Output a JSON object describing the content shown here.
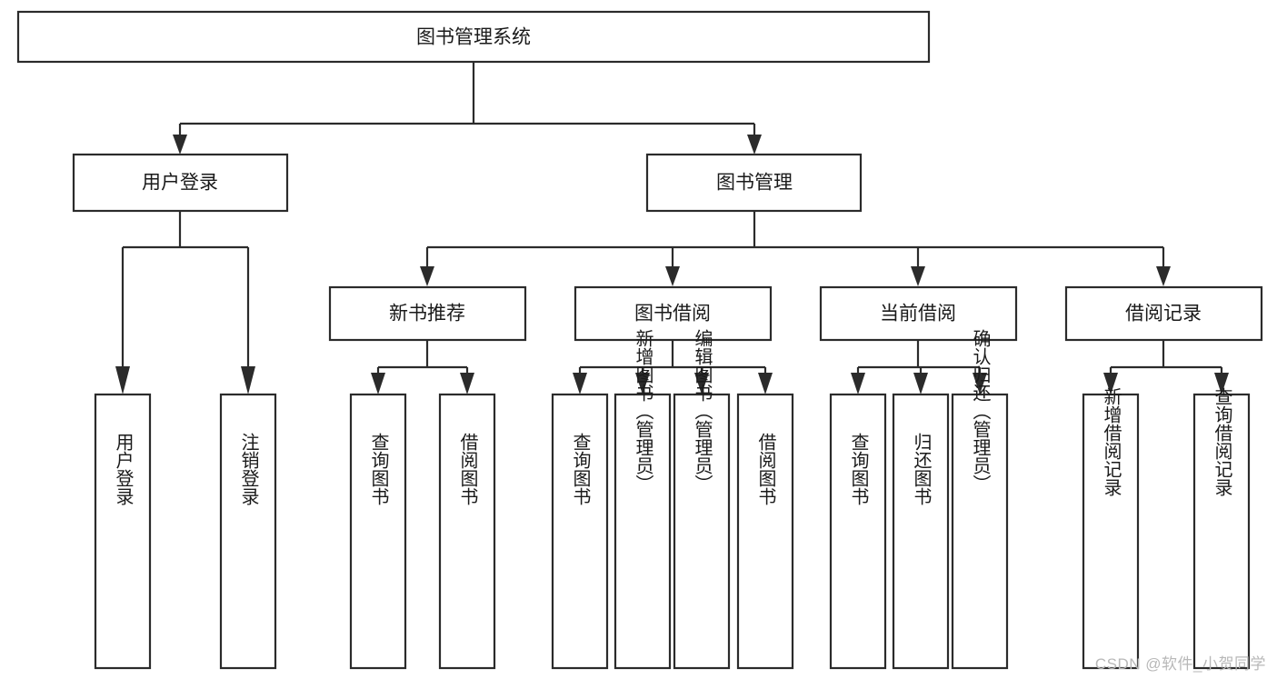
{
  "diagram": {
    "type": "tree-hierarchy-chart",
    "title": "图书管理系统",
    "watermark": "CSDN @软件_小贺同学",
    "colors": {
      "box_fill": "#ffffff",
      "box_stroke": "#2b2b2b",
      "connector": "#2b2b2b",
      "text": "#1a1a1a",
      "watermark": "#b8b8b8",
      "background": "#ffffff"
    },
    "levels": {
      "root": {
        "label": "图书管理系统"
      },
      "level2": [
        {
          "label": "用户登录"
        },
        {
          "label": "图书管理"
        }
      ],
      "level3": [
        {
          "label": "新书推荐"
        },
        {
          "label": "图书借阅"
        },
        {
          "label": "当前借阅"
        },
        {
          "label": "借阅记录"
        }
      ],
      "level4": [
        {
          "label": "用户登录",
          "parent": "用户登录"
        },
        {
          "label": "注销登录",
          "parent": "用户登录"
        },
        {
          "label": "查询图书",
          "parent": "新书推荐"
        },
        {
          "label": "借阅图书",
          "parent": "新书推荐"
        },
        {
          "label": "查询图书",
          "parent": "图书借阅"
        },
        {
          "label": "新增图书（管理员）",
          "parent": "图书借阅"
        },
        {
          "label": "编辑图书（管理员）",
          "parent": "图书借阅"
        },
        {
          "label": "借阅图书",
          "parent": "图书借阅"
        },
        {
          "label": "查询图书",
          "parent": "当前借阅"
        },
        {
          "label": "归还图书",
          "parent": "当前借阅"
        },
        {
          "label": "确认归还（管理员）",
          "parent": "当前借阅"
        },
        {
          "label": "新增借阅记录",
          "parent": "借阅记录"
        },
        {
          "label": "查询借阅记录",
          "parent": "借阅记录"
        }
      ]
    }
  }
}
